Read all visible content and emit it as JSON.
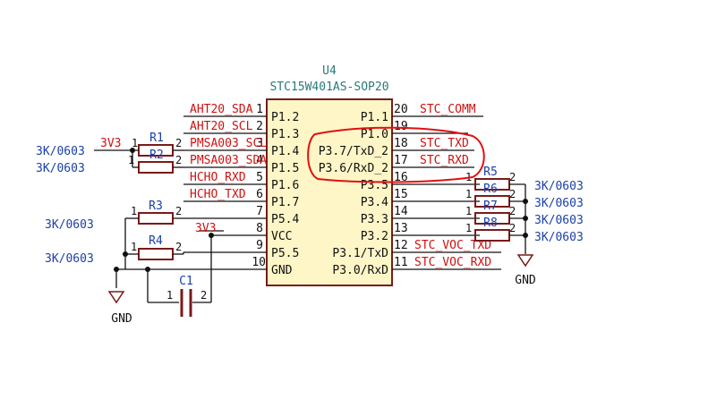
{
  "component": {
    "ref": "U4",
    "value": "STC15W401AS-SOP20",
    "left_pins": [
      {
        "num": "1",
        "name": "P1.2",
        "net": "AHT20_SDA"
      },
      {
        "num": "2",
        "name": "P1.3",
        "net": "AHT20_SCL"
      },
      {
        "num": "3",
        "name": "P1.4",
        "net": "PMSA003_SCL"
      },
      {
        "num": "4",
        "name": "P1.5",
        "net": "PMSA003_SDA"
      },
      {
        "num": "5",
        "name": "P1.6",
        "net": "HCHO_RXD"
      },
      {
        "num": "6",
        "name": "P1.7",
        "net": "HCHO_TXD"
      },
      {
        "num": "7",
        "name": "P5.4",
        "net": ""
      },
      {
        "num": "8",
        "name": "VCC",
        "net": "3V3"
      },
      {
        "num": "9",
        "name": "P5.5",
        "net": ""
      },
      {
        "num": "10",
        "name": "GND",
        "net": ""
      }
    ],
    "right_pins": [
      {
        "num": "20",
        "name": "P1.1",
        "net": "STC_COMM"
      },
      {
        "num": "19",
        "name": "P1.0",
        "net": ""
      },
      {
        "num": "18",
        "name": "P3.7/TxD_2",
        "net": "STC_TXD"
      },
      {
        "num": "17",
        "name": "P3.6/RxD_2",
        "net": "STC_RXD"
      },
      {
        "num": "16",
        "name": "P3.5",
        "net": ""
      },
      {
        "num": "15",
        "name": "P3.4",
        "net": ""
      },
      {
        "num": "14",
        "name": "P3.3",
        "net": ""
      },
      {
        "num": "13",
        "name": "P3.2",
        "net": ""
      },
      {
        "num": "12",
        "name": "P3.1/TxD",
        "net": "STC_VOC_TXD"
      },
      {
        "num": "11",
        "name": "P3.0/RxD",
        "net": "STC_VOC_RXD"
      }
    ]
  },
  "resistors": {
    "r1": {
      "ref": "R1",
      "value": "3K/0603",
      "pin1": "1",
      "pin2": "2"
    },
    "r2": {
      "ref": "R2",
      "value": "3K/0603",
      "pin1": "1",
      "pin2": "2"
    },
    "r3": {
      "ref": "R3",
      "value": "3K/0603",
      "pin1": "1",
      "pin2": "2"
    },
    "r4": {
      "ref": "R4",
      "value": "3K/0603",
      "pin1": "1",
      "pin2": "2"
    },
    "r5": {
      "ref": "R5",
      "value": "3K/0603",
      "pin1": "1",
      "pin2": "2"
    },
    "r6": {
      "ref": "R6",
      "value": "3K/0603",
      "pin1": "1",
      "pin2": "2"
    },
    "r7": {
      "ref": "R7",
      "value": "3K/0603",
      "pin1": "1",
      "pin2": "2"
    },
    "r8": {
      "ref": "R8",
      "value": "3K/0603",
      "pin1": "1",
      "pin2": "2"
    }
  },
  "capacitor": {
    "ref": "C1",
    "pin1": "1",
    "pin2": "2"
  },
  "power": {
    "v3v3_left": "3V3",
    "v3v3_vcc": "3V3",
    "gnd_left": "GND",
    "gnd_right": "GND"
  },
  "colors": {
    "net_label": "#d01010",
    "ref_text": "#1a3fa8",
    "ic_fill": "#fff6c8",
    "wire": "#101010",
    "highlight": "#e01010"
  }
}
